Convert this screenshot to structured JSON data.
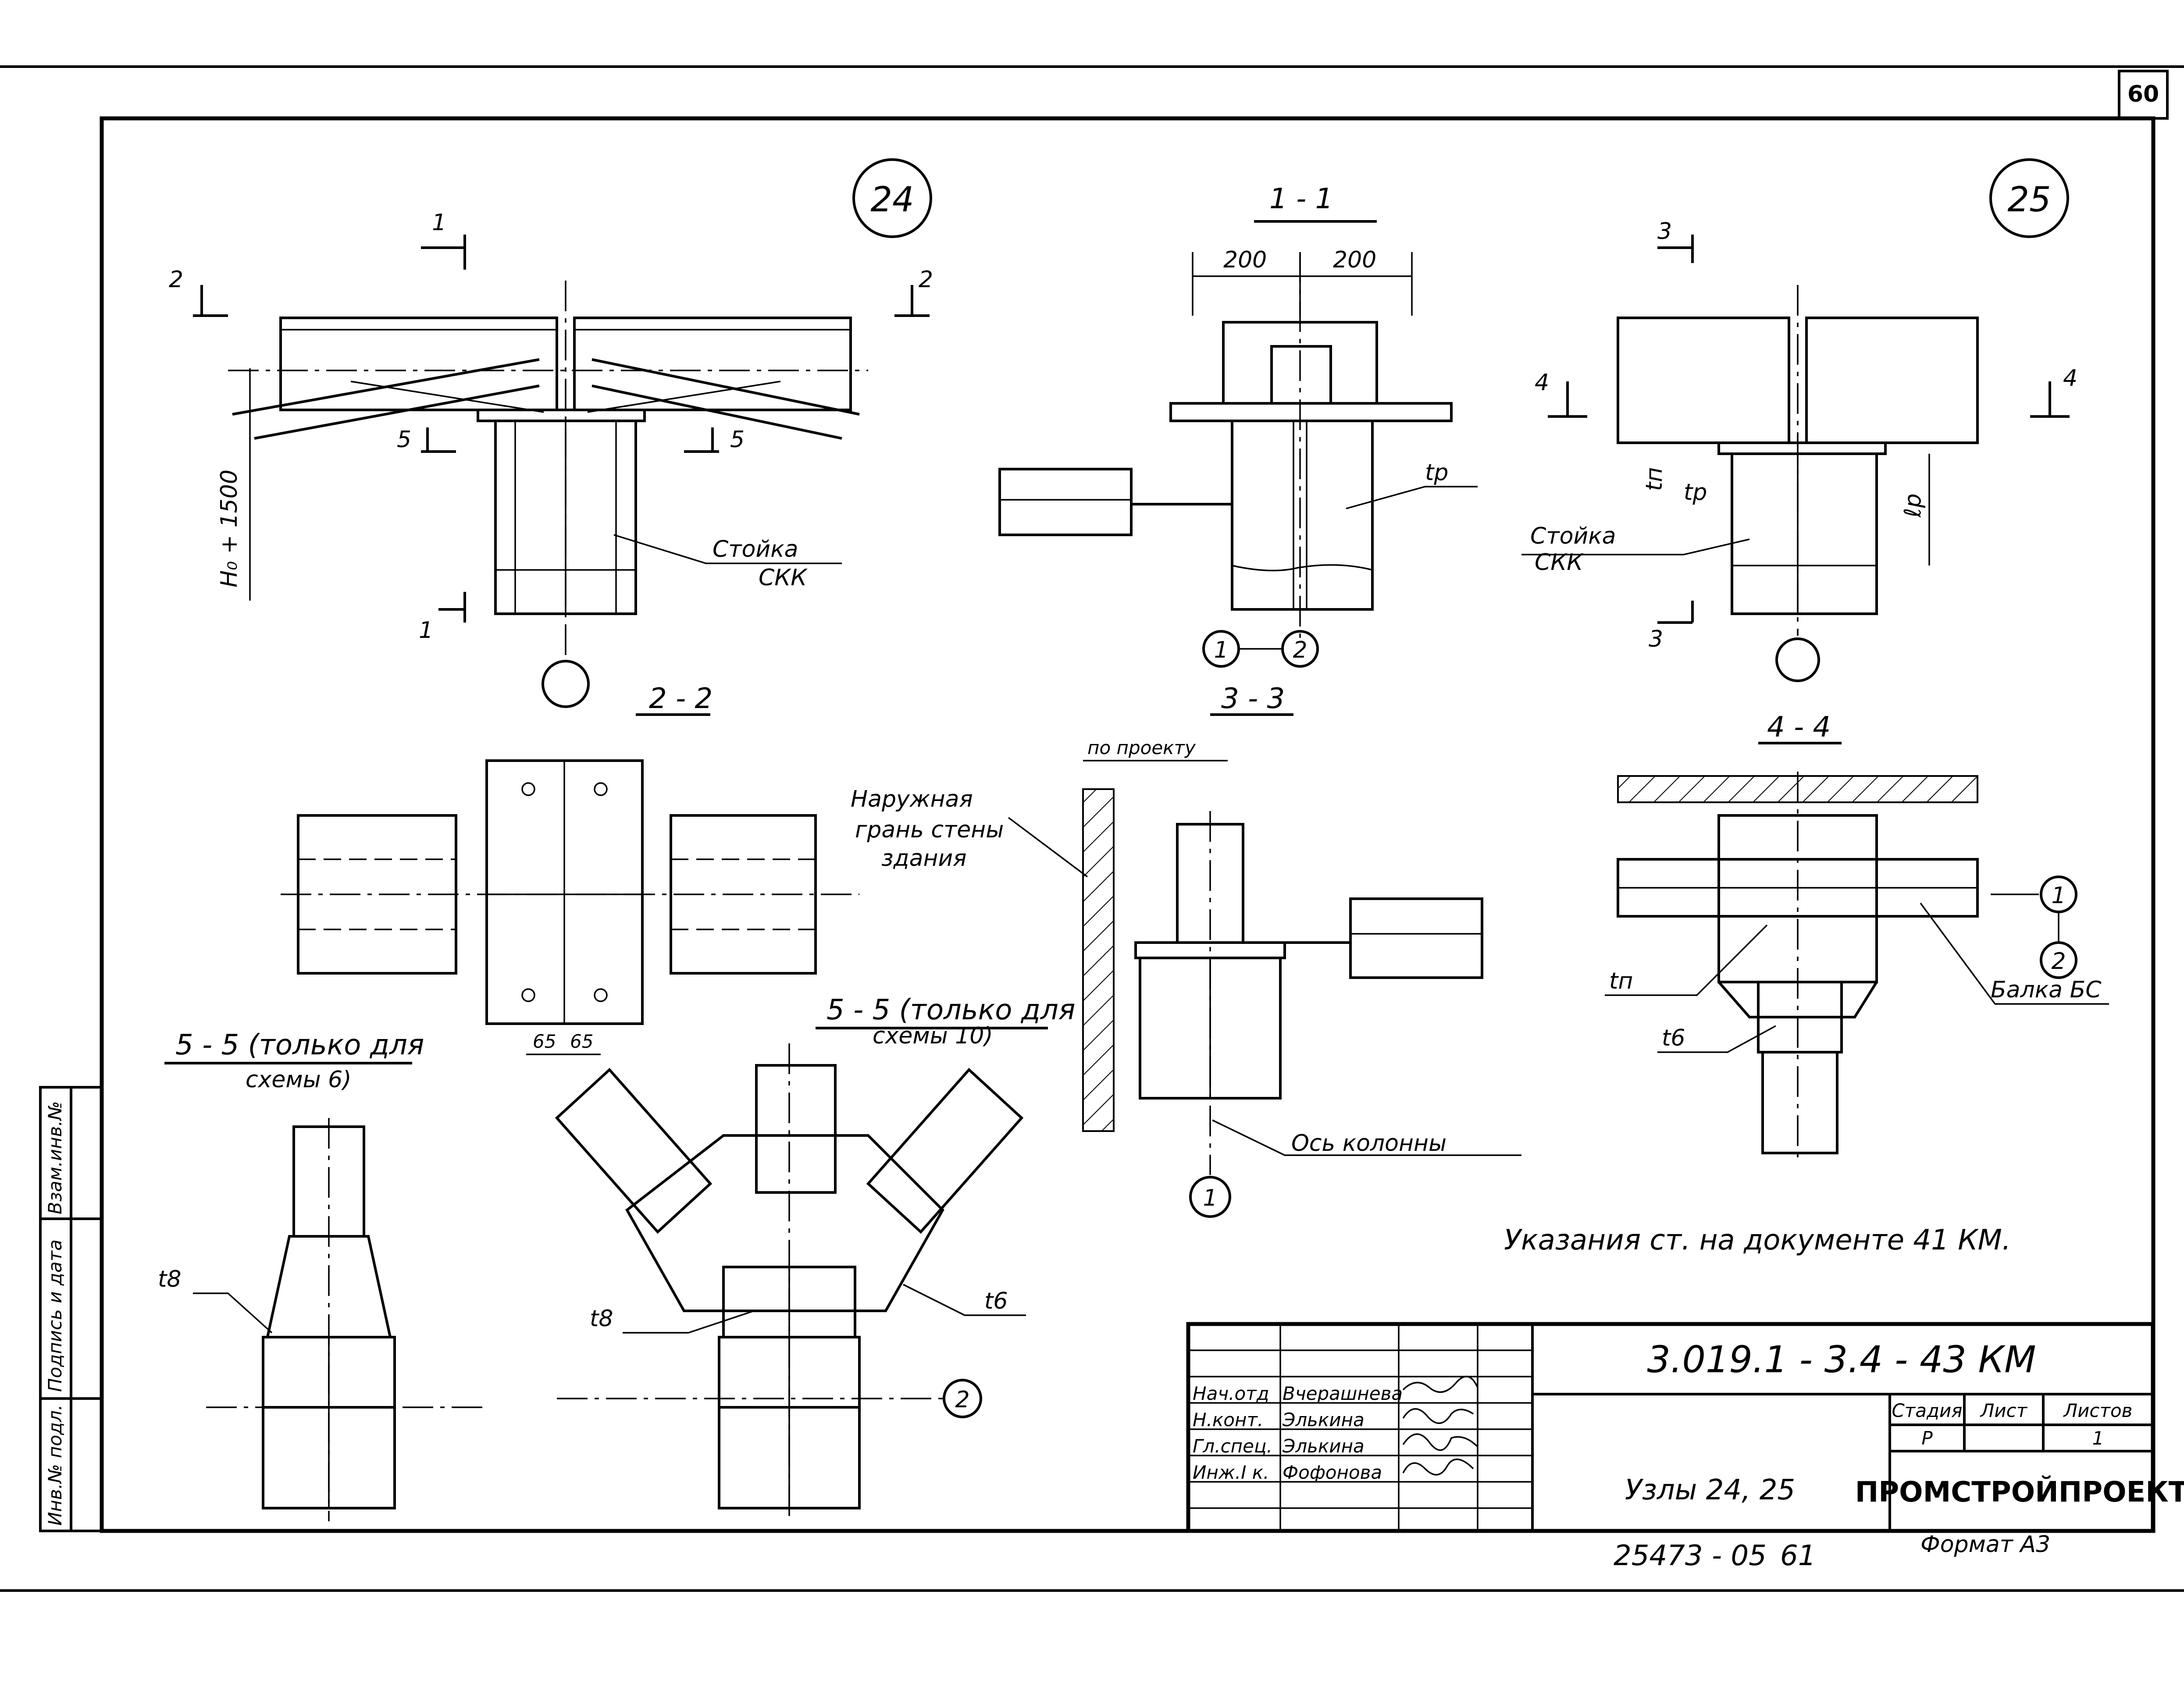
{
  "sheet": {
    "page_number": "60",
    "format": "Формат А3",
    "archive_number": "25473 - 05",
    "archive_sheet": "61",
    "note": "Указания ст. на документе 41 КМ."
  },
  "nodes": {
    "node_24": "24",
    "node_25": "25"
  },
  "sections": {
    "s_1_1": "1 - 1",
    "s_2_2": "2 - 2",
    "s_3_3": "3 - 3",
    "s_4_4": "4 - 4",
    "s_5_5_a_line1": "5 - 5 (только для",
    "s_5_5_a_line2": "схемы 6)",
    "s_5_5_b_line1": "5 - 5 (только для",
    "s_5_5_b_line2": "схемы 10)"
  },
  "cut_marks": {
    "m1": "1",
    "m2": "2",
    "m3": "3",
    "m4": "4",
    "m5": "5"
  },
  "labels": {
    "height": "H₀ + 1500",
    "column_ckk_1": "Стойка",
    "column_ckk_2": "СКК",
    "tp": "tр",
    "tn": "tп",
    "lp": "ℓр",
    "t6": "t6",
    "t8": "t8",
    "dim_200": "200",
    "dim_65": "65",
    "per_project": "по проекту",
    "outer_face_1": "Наружная",
    "outer_face_2": "грань стены",
    "outer_face_3": "здания",
    "column_axis": "Ось колонны",
    "beam_bs": "Балка БС",
    "axis_1": "1",
    "axis_2": "2"
  },
  "title_block": {
    "code": "3.019.1 - 3.4 - 43 КМ",
    "title": "Узлы 24, 25",
    "stage_header": "Стадия",
    "sheet_header": "Лист",
    "sheets_header": "Листов",
    "stage": "Р",
    "sheet": "",
    "sheets": "1",
    "organization": "ПРОМСТРОЙПРОЕКТ",
    "rows": [
      {
        "role": "Нач.отд",
        "name": "Вчерашнева"
      },
      {
        "role": "Н.конт.",
        "name": "Элькина"
      },
      {
        "role": "Гл.спец.",
        "name": "Элькина"
      },
      {
        "role": "Инж.I к.",
        "name": "Фофонова"
      }
    ]
  },
  "side_stamp": {
    "inv_podl": "Инв.№ подл.",
    "podpis_data": "Подпись и дата",
    "vzam_inv": "Взам.инв.№"
  }
}
